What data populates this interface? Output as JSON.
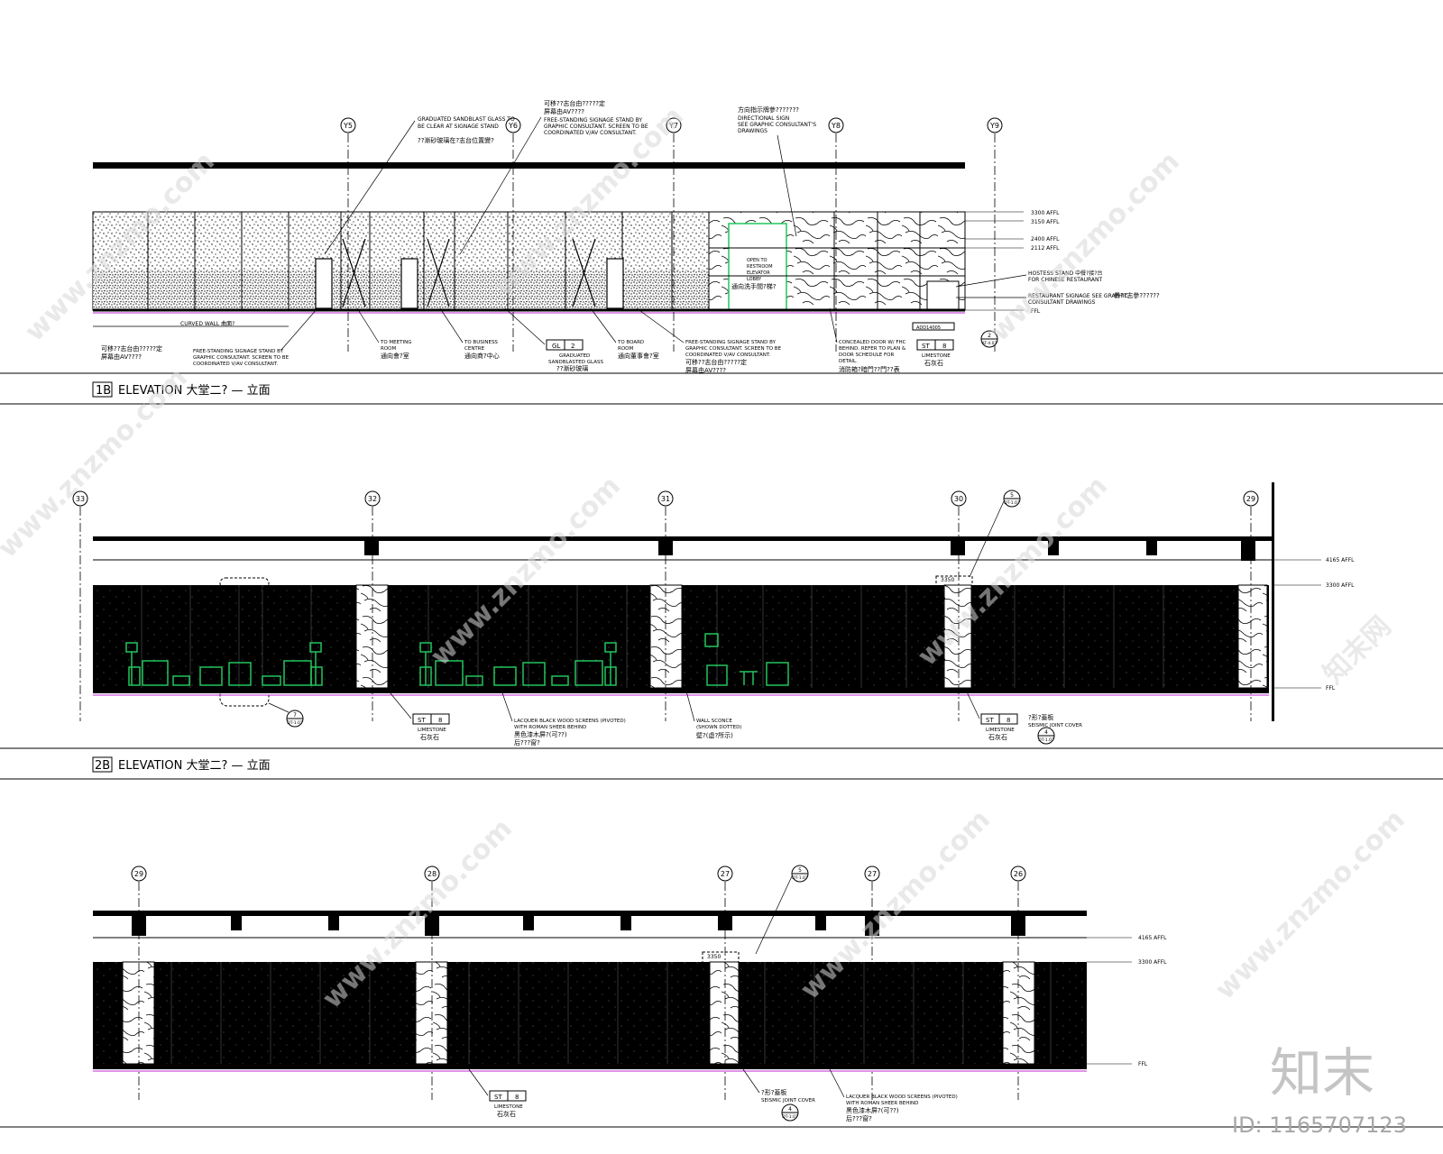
{
  "elevation_1b": {
    "code": "1B",
    "title": "ELEVATION  大堂二?  —  立面",
    "grid_labels": [
      "Y5",
      "Y6",
      "Y7",
      "Y8",
      "Y9"
    ],
    "levels": [
      "3300 AFFL",
      "3150 AFFL",
      "2400 AFFL",
      "2112 AFFL",
      "FFL"
    ],
    "notes": {
      "sandblast": [
        "GRADUATED SANDBLAST GLASS TO",
        "BE CLEAR AT SIGNAGE STAND",
        "??漸砂玻璃在?志台位置變?"
      ],
      "signage_top": [
        "可移??志台由?????定",
        "屏幕由AV????",
        "FREE-STANDING SIGNAGE STAND BY",
        "GRAPHIC CONSULTANT. SCREEN TO BE",
        "COORDINATED V/AV CONSULTANT."
      ],
      "directional": [
        "方向指示牌參???????",
        "DIRECTIONAL SIGN",
        "SEE GRAPHIC CONSULTANT'S",
        "DRAWINGS"
      ],
      "signage_left": [
        "可移??志台由?????定",
        "屏幕由AV????"
      ],
      "signage_left_en": [
        "FREE-STANDING SIGNAGE STAND BY",
        "GRAPHIC CONSULTANT. SCREEN TO BE",
        "COORDINATED V/AV CONSULTANT."
      ],
      "curved_wall": "CURVED WALL 曲面?",
      "meeting": [
        "TO MEETING",
        "ROOM",
        "通向會?室"
      ],
      "business": [
        "TO BUSINESS",
        "CENTRE",
        "通向商?中心"
      ],
      "glass_tag": [
        "GL",
        "2"
      ],
      "glass_text": [
        "GRADUATED",
        "SANDBLASTED GLASS",
        "??漸砂玻璃"
      ],
      "board": [
        "TO BOARD",
        "ROOM",
        "通向董事會?室"
      ],
      "signage_mid": [
        "FREE-STANDING SIGNAGE STAND BY",
        "GRAPHIC CONSULTANT. SCREEN TO BE",
        "COORDINATED V/AV CONSULTANT.",
        "可移??志台由?????定",
        "屏幕由AV????"
      ],
      "door": [
        "CONCEALED DOOR W/ FHC",
        "BEHIND. REFER TO PLAN &",
        "DOOR SCHEDULE FOR",
        "DETAIL.",
        "消防箱?暗門??門??表"
      ],
      "hostess": [
        "HOSTESS STAND  中餐?接?台",
        "FOR CHINESE RESTAURANT"
      ],
      "restaurant_sign": [
        "RESTAURANT SIGNAGE SEE GRAPHIC",
        "CONSULTANT DRAWINGS",
        "餐??志參??????"
      ],
      "stone_tag": [
        "ST",
        "8"
      ],
      "stone_text": [
        "LIMESTONE",
        "石灰石"
      ],
      "detail_tag": [
        "2",
        "AT-4.07"
      ],
      "restroom": [
        "OPEN TO",
        "RESTROOM",
        "ELEVATOR",
        "LOBBY",
        "通向洗手間?梯?"
      ],
      "small_box": "ADD14005"
    }
  },
  "elevation_2b": {
    "code": "2B",
    "title": "ELEVATION  大堂二?  —  立面",
    "grid_labels": [
      "33",
      "32",
      "31",
      "30",
      "29"
    ],
    "levels": [
      "4165 AFFL",
      "3300 AFFL",
      "FFL"
    ],
    "notes": {
      "detail_top": [
        "5",
        "DT-1.07"
      ],
      "detail_bottom_left": [
        "7",
        "DT-1.07"
      ],
      "stone_tag": [
        "ST",
        "8"
      ],
      "stone_text": [
        "LIMESTONE",
        "石灰石"
      ],
      "lacquer": [
        "LACQUER BLACK WOOD SCREENS (PIVOTED)",
        "WITH ROMAN SHEER BEHIND",
        "黑色漆木屏?(可??)",
        "后???窗?"
      ],
      "sconce": [
        "WALL SCONCE",
        "(SHOWN DOTTED)",
        "壁?(虛?所示)"
      ],
      "seismic": [
        "?形?蓋板",
        "SEISMIC JOINT COVER"
      ],
      "seismic_detail": [
        "4",
        "DT-1.07"
      ],
      "dim": "3350"
    }
  },
  "elevation_3": {
    "grid_labels": [
      "29",
      "28",
      "27",
      "27",
      "26"
    ],
    "levels": [
      "4165 AFFL",
      "3300 AFFL",
      "FFL"
    ],
    "notes": {
      "detail_top": [
        "5",
        "DT-1.07"
      ],
      "stone_tag": [
        "ST",
        "8"
      ],
      "stone_text": [
        "LIMESTONE",
        "石灰石"
      ],
      "seismic": [
        "?形?蓋板",
        "SEISMIC JOINT COVER"
      ],
      "seismic_detail": [
        "4",
        "DT-1.07"
      ],
      "lacquer": [
        "LACQUER BLACK WOOD SCREENS (PIVOTED)",
        "WITH ROMAN SHEER BEHIND",
        "黑色漆木屏?(可??)",
        "后???窗?"
      ],
      "dim": "3350"
    }
  },
  "watermark": {
    "site": "www.znzmo.com",
    "brand": "知末网",
    "logo": "知末",
    "id": "ID: 1165707123"
  }
}
